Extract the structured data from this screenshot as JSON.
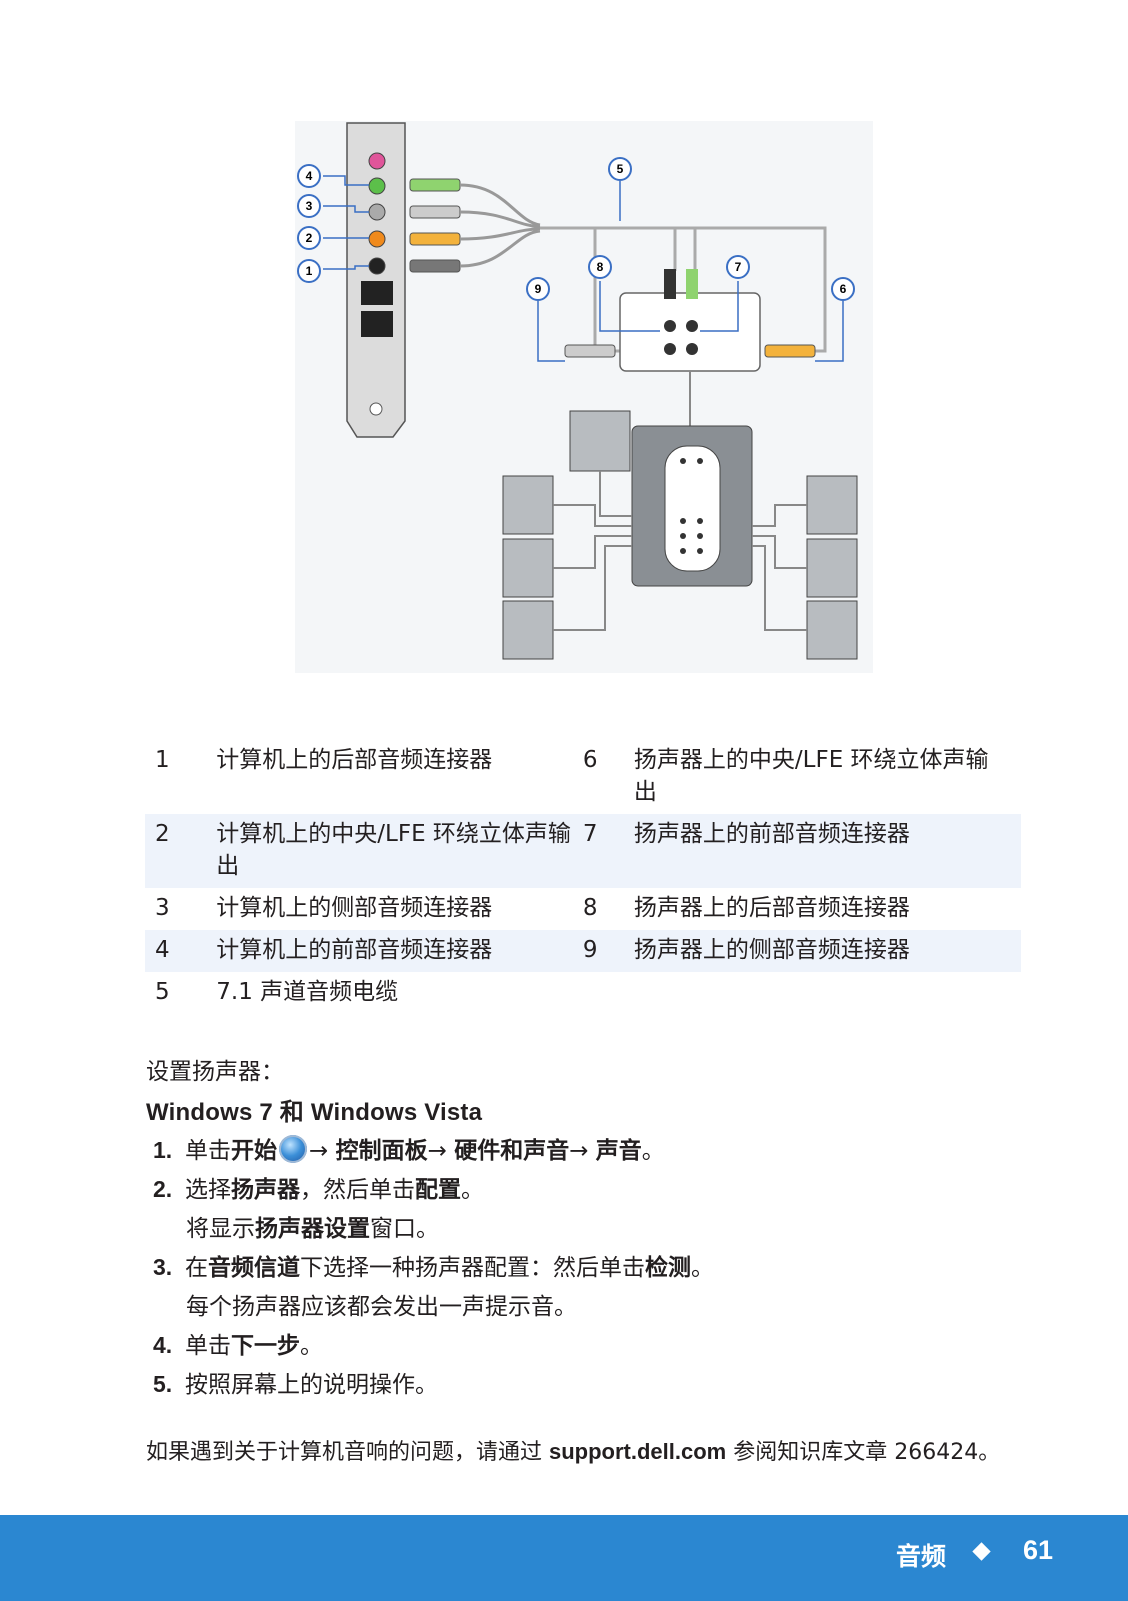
{
  "diagram": {
    "callouts": [
      "1",
      "2",
      "3",
      "4",
      "5",
      "6",
      "7",
      "8",
      "9"
    ]
  },
  "legend": [
    {
      "n1": "1",
      "t1": "计算机上的后部音频连接器",
      "n2": "6",
      "t2": "扬声器上的中央/LFE  环绕立体声输出"
    },
    {
      "n1": "2",
      "t1": "计算机上的中央/LFE 环绕立体声输出",
      "n2": "7",
      "t2": "扬声器上的前部音频连接器"
    },
    {
      "n1": "3",
      "t1": "计算机上的侧部音频连接器",
      "n2": "8",
      "t2": "扬声器上的后部音频连接器"
    },
    {
      "n1": "4",
      "t1": "计算机上的前部音频连接器",
      "n2": "9",
      "t2": "扬声器上的侧部音频连接器"
    },
    {
      "n1": "5",
      "t1": "7.1 声道音频电缆",
      "n2": "",
      "t2": ""
    }
  ],
  "intro": "设置扬声器：",
  "heading": "Windows 7 和 Windows Vista",
  "steps": {
    "s1": {
      "num": "1.",
      "a": "单击",
      "b1": "开始",
      "arrow1": "→ ",
      "b2": "控制面板",
      "arrow2": "→ ",
      "b3": "硬件和声音",
      "arrow3": "→ ",
      "b4": "声音",
      "end": "。"
    },
    "s2": {
      "num": "2.",
      "a": "选择",
      "b1": "扬声器",
      "mid": "，然后单击",
      "b2": "配置",
      "end": "。"
    },
    "s2_sub": {
      "a": "将显示",
      "b1": "扬声器设置",
      "end": "窗口。"
    },
    "s3": {
      "num": "3.",
      "a": "在",
      "b1": "音频信道",
      "mid": "下选择一种扬声器配置：然后单击",
      "b2": "检测",
      "end": "。"
    },
    "s3_sub": "每个扬声器应该都会发出一声提示音。",
    "s4": {
      "num": "4.",
      "a": "单击",
      "b1": "下一步",
      "end": "。"
    },
    "s5": {
      "num": "5.",
      "text": "按照屏幕上的说明操作。"
    }
  },
  "note": {
    "a": "如果遇到关于计算机音响的问题，请通过 ",
    "link": "support.dell.com",
    "b": " 参阅知识库文章 266424。"
  },
  "footer": {
    "section": "音频",
    "page": "61"
  },
  "colors": {
    "footer": "#2b87d1",
    "callout": "#3a6fc4",
    "shade": "#eef3fb"
  }
}
